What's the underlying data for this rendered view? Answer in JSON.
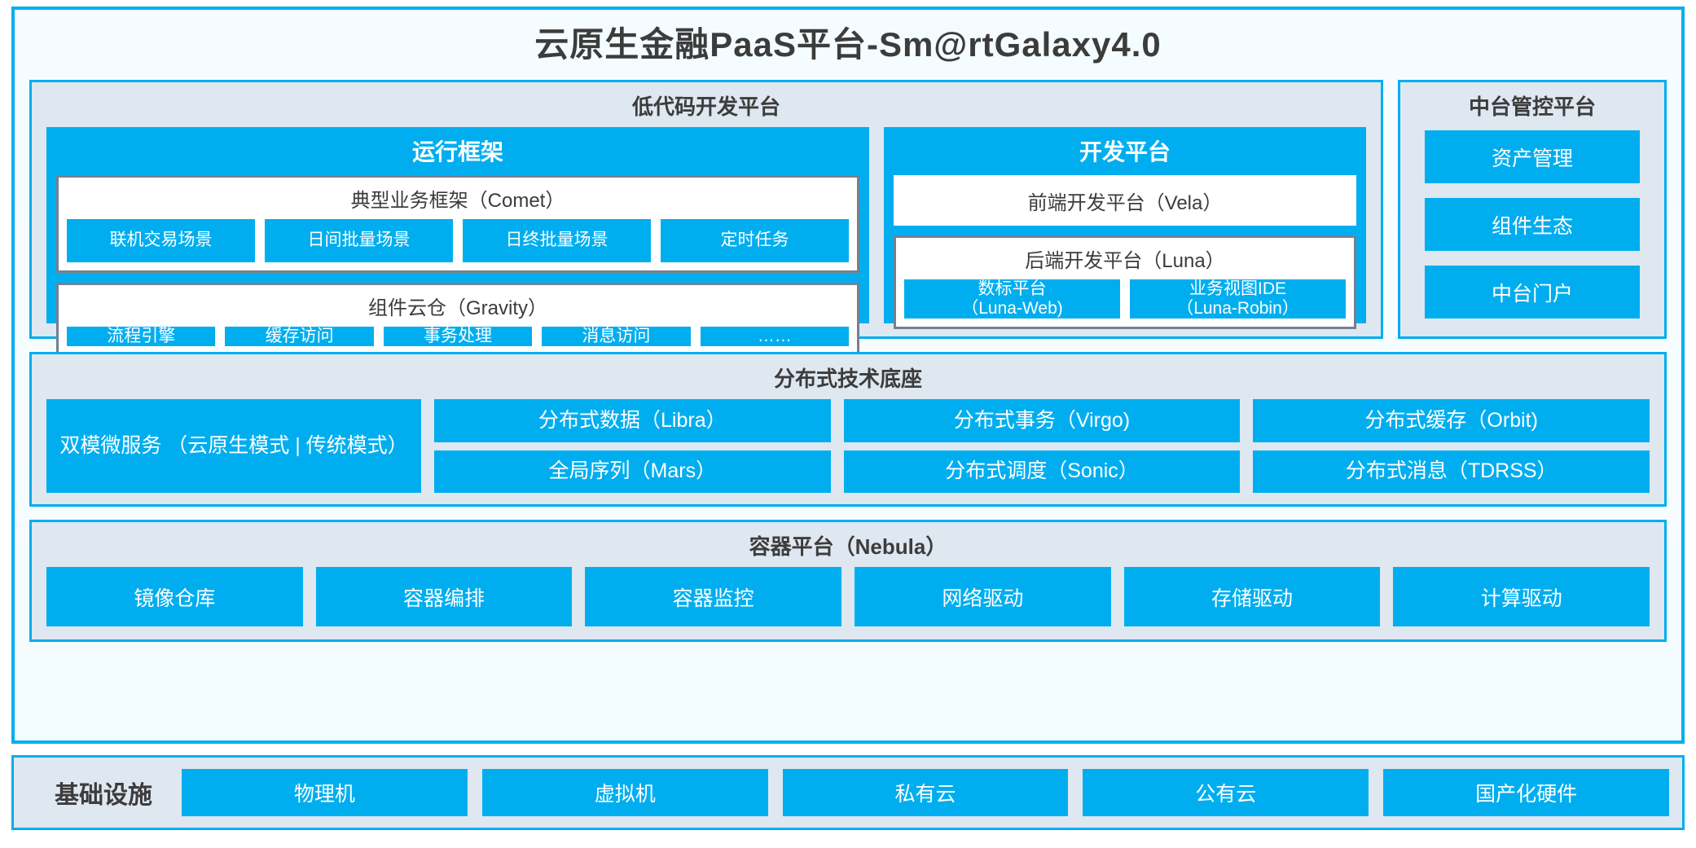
{
  "colors": {
    "accent": "#00AEEF",
    "panel_bg": "#dfe7f1",
    "frame_bg": "#f5fcff",
    "box_border_gray": "#748090",
    "text_dark": "#3c3c3c",
    "chip_text": "#ffffff"
  },
  "title": "云原生金融PaaS平台-Sm@rtGalaxy4.0",
  "lowcode": {
    "title": "低代码开发平台",
    "runtime": {
      "title": "运行框架",
      "comet": {
        "title": "典型业务框架（Comet）",
        "items": [
          "联机交易场景",
          "日间批量场景",
          "日终批量场景",
          "定时任务"
        ]
      },
      "gravity": {
        "title": "组件云仓（Gravity）",
        "items": [
          "流程引擎",
          "缓存访问",
          "事务处理",
          "消息访问",
          "……"
        ]
      }
    },
    "dev": {
      "title": "开发平台",
      "vela": "前端开发平台（Vela）",
      "luna": {
        "title": "后端开发平台（Luna）",
        "items": [
          {
            "name": "数标平台",
            "sub": "（Luna-Web)"
          },
          {
            "name": "业务视图IDE",
            "sub": "（Luna-Robin）"
          }
        ]
      }
    }
  },
  "midoffice": {
    "title": "中台管控平台",
    "items": [
      "资产管理",
      "组件生态",
      "中台门户"
    ]
  },
  "base": {
    "title": "分布式技术底座",
    "wide": {
      "line1": "双模微服务",
      "line2": "（云原生模式 | 传统模式）"
    },
    "columns": [
      [
        "分布式数据（Libra）",
        "全局序列（Mars）"
      ],
      [
        "分布式事务（Virgo)",
        "分布式调度（Sonic）"
      ],
      [
        "分布式缓存（Orbit)",
        "分布式消息（TDRSS）"
      ]
    ]
  },
  "container": {
    "title": "容器平台（Nebula）",
    "items": [
      "镜像仓库",
      "容器编排",
      "容器监控",
      "网络驱动",
      "存储驱动",
      "计算驱动"
    ]
  },
  "infra": {
    "label": "基础设施",
    "items": [
      "物理机",
      "虚拟机",
      "私有云",
      "公有云",
      "国产化硬件"
    ]
  }
}
